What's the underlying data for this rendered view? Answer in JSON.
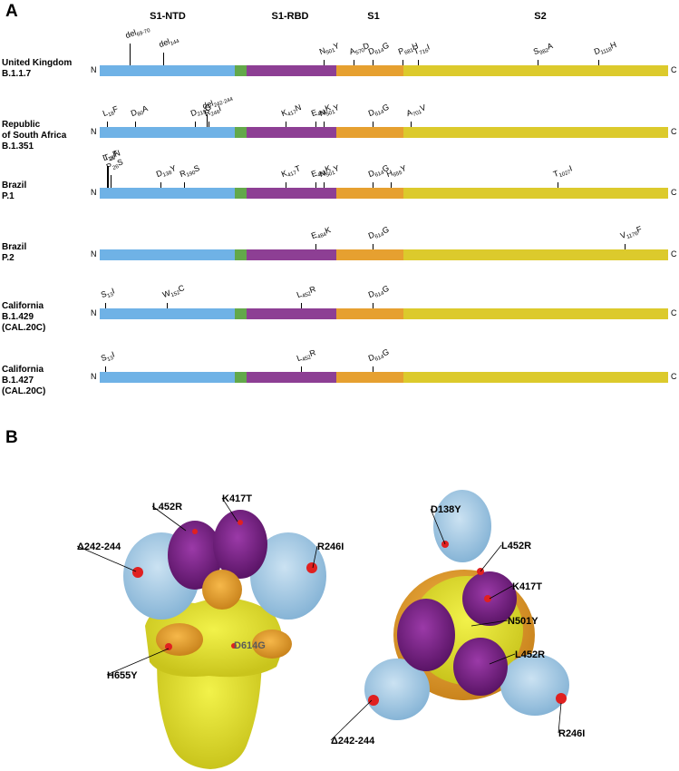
{
  "panel_a": {
    "letter": "A",
    "domains": [
      "S1-NTD",
      "S1-RBD",
      "S1",
      "S2"
    ],
    "colors": {
      "ntd": "#6fb2e6",
      "linker": "#63a84a",
      "rbd": "#8d3f94",
      "s1": "#e6a030",
      "s2": "#dcca2c"
    },
    "n_label": "N",
    "c_label": "C",
    "variants": [
      {
        "name_lines": [
          "United Kingdom",
          "B.1.1.7"
        ],
        "mutations": [
          {
            "base": "del",
            "sub": "69-70"
          },
          {
            "base": "del",
            "sub": "144"
          },
          {
            "base": "N",
            "sub": "501",
            "end": "Y"
          },
          {
            "base": "A",
            "sub": "570",
            "end": "D"
          },
          {
            "base": "D",
            "sub": "614",
            "end": "G"
          },
          {
            "base": "P",
            "sub": "681",
            "end": "H"
          },
          {
            "base": "T",
            "sub": "716",
            "end": "I"
          },
          {
            "base": "S",
            "sub": "982",
            "end": "A"
          },
          {
            "base": "D",
            "sub": "1118",
            "end": "H"
          }
        ]
      },
      {
        "name_lines": [
          "Republic",
          "of South Africa",
          "B.1.351"
        ],
        "mutations": [
          {
            "base": "L",
            "sub": "18",
            "end": "F"
          },
          {
            "base": "D",
            "sub": "80",
            "end": "A"
          },
          {
            "base": "D",
            "sub": "215",
            "end": "G"
          },
          {
            "base": "del",
            "sub": "242-244"
          },
          {
            "base": "R",
            "sub": "246",
            "end": "I"
          },
          {
            "base": "K",
            "sub": "417",
            "end": "N"
          },
          {
            "base": "E",
            "sub": "484",
            "end": "K"
          },
          {
            "base": "N",
            "sub": "501",
            "end": "Y"
          },
          {
            "base": "D",
            "sub": "614",
            "end": "G"
          },
          {
            "base": "A",
            "sub": "701",
            "end": "V"
          }
        ]
      },
      {
        "name_lines": [
          "Brazil",
          "P.1"
        ],
        "mutations": [
          {
            "base": "L",
            "sub": "18",
            "end": "F"
          },
          {
            "base": "T",
            "sub": "20",
            "end": "N"
          },
          {
            "base": "P",
            "sub": "26",
            "end": "S"
          },
          {
            "base": "D",
            "sub": "138",
            "end": "Y"
          },
          {
            "base": "R",
            "sub": "190",
            "end": "S"
          },
          {
            "base": "K",
            "sub": "417",
            "end": "T"
          },
          {
            "base": "E",
            "sub": "484",
            "end": "K"
          },
          {
            "base": "N",
            "sub": "501",
            "end": "Y"
          },
          {
            "base": "D",
            "sub": "614",
            "end": "G"
          },
          {
            "base": "H",
            "sub": "655",
            "end": "Y"
          },
          {
            "base": "T",
            "sub": "1027",
            "end": "I"
          }
        ]
      },
      {
        "name_lines": [
          "Brazil",
          "P.2"
        ],
        "mutations": [
          {
            "base": "E",
            "sub": "484",
            "end": "K"
          },
          {
            "base": "D",
            "sub": "614",
            "end": "G"
          },
          {
            "base": "V",
            "sub": "1176",
            "end": "F"
          }
        ]
      },
      {
        "name_lines": [
          "California",
          "B.1.429",
          "(CAL.20C)"
        ],
        "mutations": [
          {
            "base": "S",
            "sub": "13",
            "end": "I"
          },
          {
            "base": "W",
            "sub": "152",
            "end": "C"
          },
          {
            "base": "L",
            "sub": "452",
            "end": "R"
          },
          {
            "base": "D",
            "sub": "614",
            "end": "G"
          }
        ]
      },
      {
        "name_lines": [
          "California",
          "B.1.427",
          "(CAL.20C)"
        ],
        "mutations": [
          {
            "base": "S",
            "sub": "13",
            "end": "I"
          },
          {
            "base": "L",
            "sub": "452",
            "end": "R"
          },
          {
            "base": "D",
            "sub": "614",
            "end": "G"
          }
        ]
      }
    ]
  },
  "panel_b": {
    "letter": "B",
    "left_labels": [
      "L452R",
      "K417T",
      "Δ242-244",
      "R246I",
      "D614G",
      "H655Y"
    ],
    "right_labels": [
      "D138Y",
      "L452R",
      "K417T",
      "N501Y",
      "L452R",
      "Δ242-244",
      "R246I"
    ],
    "colors": {
      "ntd": "#a9cde8",
      "rbd": "#7b1c8a",
      "s1": "#e8a12e",
      "s2": "#e4e42c",
      "mut": "#e02020"
    }
  }
}
